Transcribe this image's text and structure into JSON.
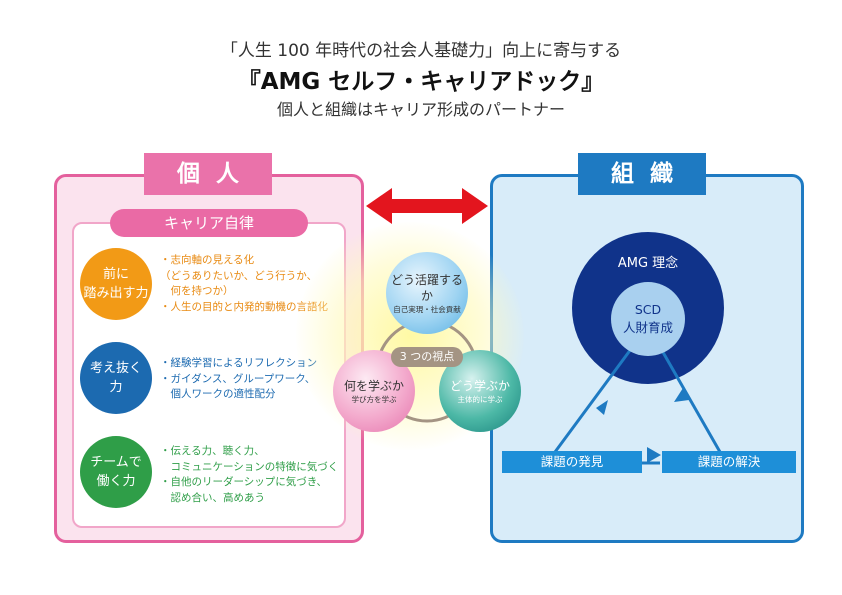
{
  "header": {
    "line1": "「人生 100 年時代の社会人基礎力」向上に寄与する",
    "line2": "『AMG セルフ・キャリアドック』",
    "line3": "個人と組織はキャリア形成のパートナー"
  },
  "left": {
    "tab": "個人",
    "pill": "キャリア自律",
    "items": [
      {
        "circle": [
          "前に",
          "踏み出す力"
        ],
        "lines": [
          "・志向軸の見える化",
          "（どうありたいか、どう行うか、",
          "　何を持つか）",
          "・人生の目的と内発的動機の言語化"
        ]
      },
      {
        "circle": [
          "考え抜く",
          "力"
        ],
        "lines": [
          "・経験学習によるリフレクション",
          "・ガイダンス、グループワーク、",
          "　個人ワークの適性配分"
        ]
      },
      {
        "circle": [
          "チームで",
          "働く力"
        ],
        "lines": [
          "・伝える力、聴く力、",
          "　コミュニケーションの特徴に気づく",
          "・自他のリーダーシップに気づき、",
          "　認め合い、高めあう"
        ]
      }
    ]
  },
  "center": {
    "pill": "3 つの視点",
    "top": {
      "title": "どう活躍するか",
      "sub": "自己実現・社会貢献"
    },
    "left": {
      "title": "何を学ぶか",
      "sub": "学び方を学ぶ"
    },
    "right": {
      "title": "どう学ぶか",
      "sub": "主体的に学ぶ"
    }
  },
  "right": {
    "tab": "組織",
    "amg": "AMG 理念",
    "scd": [
      "SCD",
      "人財育成"
    ],
    "find": "課題の発見",
    "solve": "課題の解決"
  },
  "colors": {
    "pink": "#ea72aa",
    "blue": "#1e7ac2",
    "navy": "#10338a",
    "orange": "#f29a16",
    "green": "#2f9e48",
    "red_arrow": "#e3151e"
  }
}
